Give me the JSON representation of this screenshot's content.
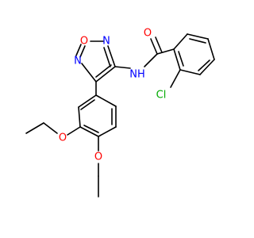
{
  "colors": {
    "background": "#ffffff",
    "bond": "#000000",
    "oxygen": "#ff0000",
    "nitrogen": "#0000ff",
    "chlorine": "#00aa00"
  },
  "atoms": {
    "amide_oxygen": "O",
    "amide_nh": "NH",
    "ring_oxygen": "O",
    "ring_n_top": "N",
    "ring_n_left": "N",
    "chlorine": "Cl",
    "ether_oxygen_1": "O",
    "ether_oxygen_2": "O"
  }
}
